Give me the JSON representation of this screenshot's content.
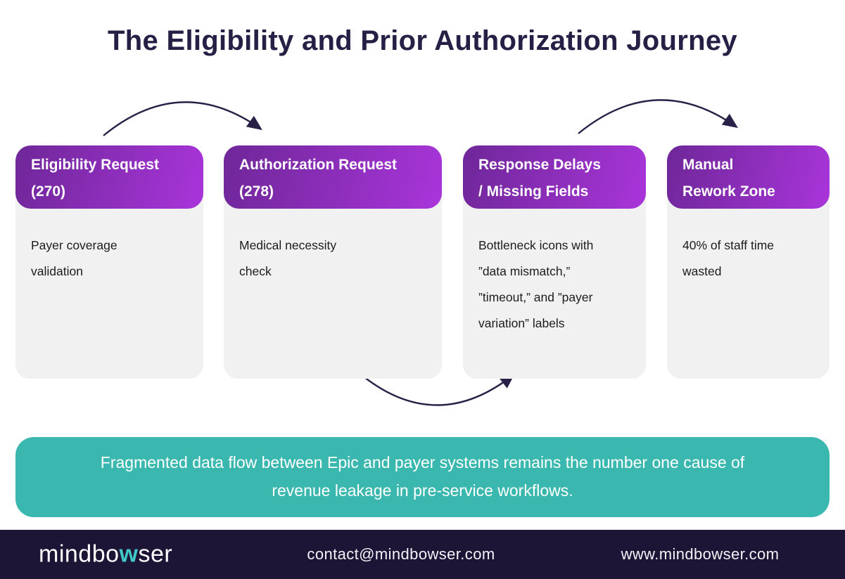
{
  "title": "The Eligibility and Prior Authorization Journey",
  "colors": {
    "purple_gradient_start": "#6e2798",
    "purple_gradient_end": "#a935da",
    "card_body_bg": "#f1f1f1",
    "teal_banner": "#3ab7ae",
    "footer_bg": "#1d1535",
    "title_text": "#262046",
    "arrow_stroke": "#2a2148",
    "logo_w_teal": "#41c7c7"
  },
  "cards": [
    {
      "header": "Eligibility Request\n(270)",
      "body": "Payer coverage\nvalidation"
    },
    {
      "header": "Authorization Request\n(278)",
      "body": "Medical necessity\ncheck"
    },
    {
      "header": "Response Delays\n/ Missing Fields",
      "body": "Bottleneck icons with\n”data mismatch,”\n”timeout,” and ”payer\nvariation” labels"
    },
    {
      "header": "Manual\nRework Zone",
      "body": "40% of staff time\nwasted"
    }
  ],
  "banner": {
    "text": "Fragmented data flow between Epic and payer systems remains the number one cause of\nrevenue leakage in pre-service workflows."
  },
  "footer": {
    "logo_part1": "mindbo",
    "logo_w": "w",
    "logo_part2": "ser",
    "email": "contact@mindbowser.com",
    "website": "www.mindbowser.com"
  }
}
